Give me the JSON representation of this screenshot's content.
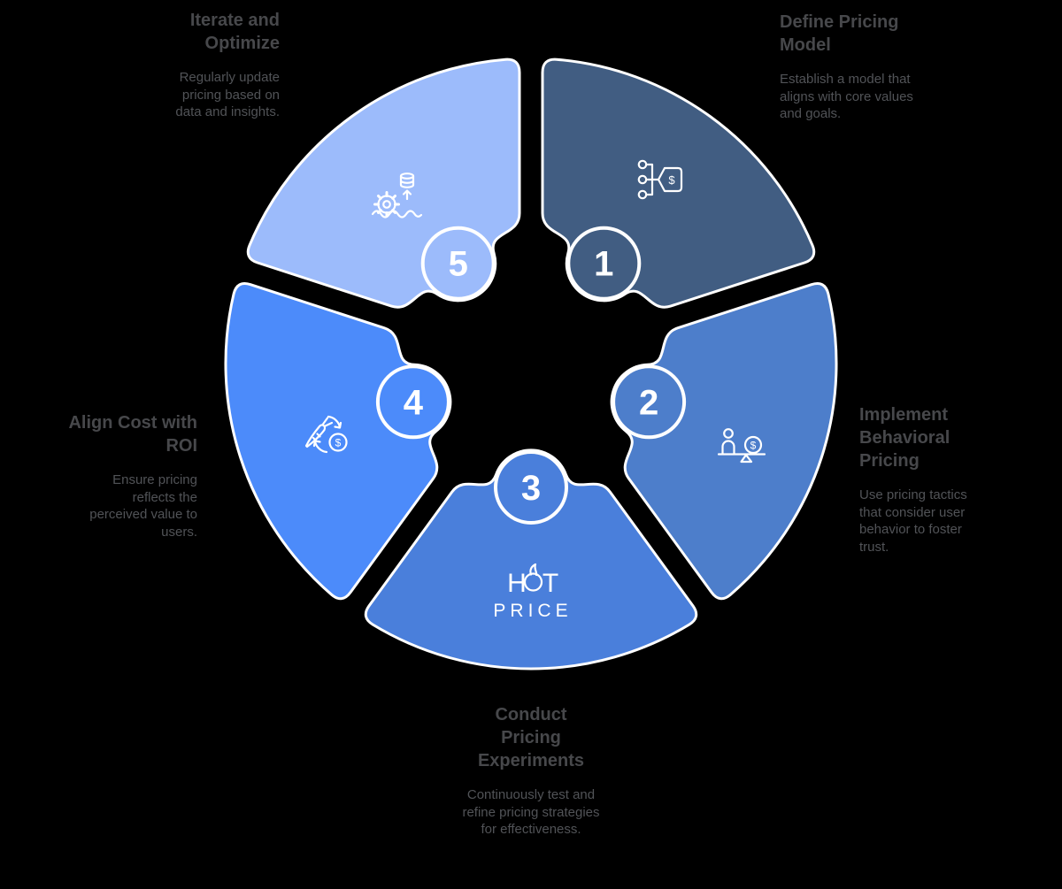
{
  "diagram": {
    "background": "#000000",
    "outline_color": "#ffffff",
    "heading_color": "#47484b",
    "body_color": "#515357",
    "badge_text_color": "#ffffff",
    "segments": [
      {
        "number": "1",
        "heading": "Define Pricing Model",
        "description": "Establish a model that aligns with core values and goals.",
        "color": "#415d82",
        "icon": "org-chart-price-tag-icon"
      },
      {
        "number": "2",
        "heading": "Implement Behavioral Pricing",
        "description": "Use pricing tactics that consider user behavior to foster trust.",
        "color": "#4d7ecb",
        "icon": "person-money-balance-icon"
      },
      {
        "number": "3",
        "heading": "Conduct Pricing Experiments",
        "description": "Continuously test and refine pricing strategies for effectiveness.",
        "color": "#4a7fdb",
        "icon": "hot-price-flame-icon",
        "icon_text": {
          "line1": "HOT",
          "line2": "PRICE"
        }
      },
      {
        "number": "4",
        "heading": "Align Cost with ROI",
        "description": "Ensure pricing reflects the perceived value to users.",
        "color": "#4c8bfa",
        "icon": "carrot-dollar-cycle-icon"
      },
      {
        "number": "5",
        "heading": "Iterate and Optimize",
        "description": "Regularly update pricing based on data and insights.",
        "color": "#9cbbfb",
        "icon": "gear-database-growth-icon"
      }
    ]
  }
}
